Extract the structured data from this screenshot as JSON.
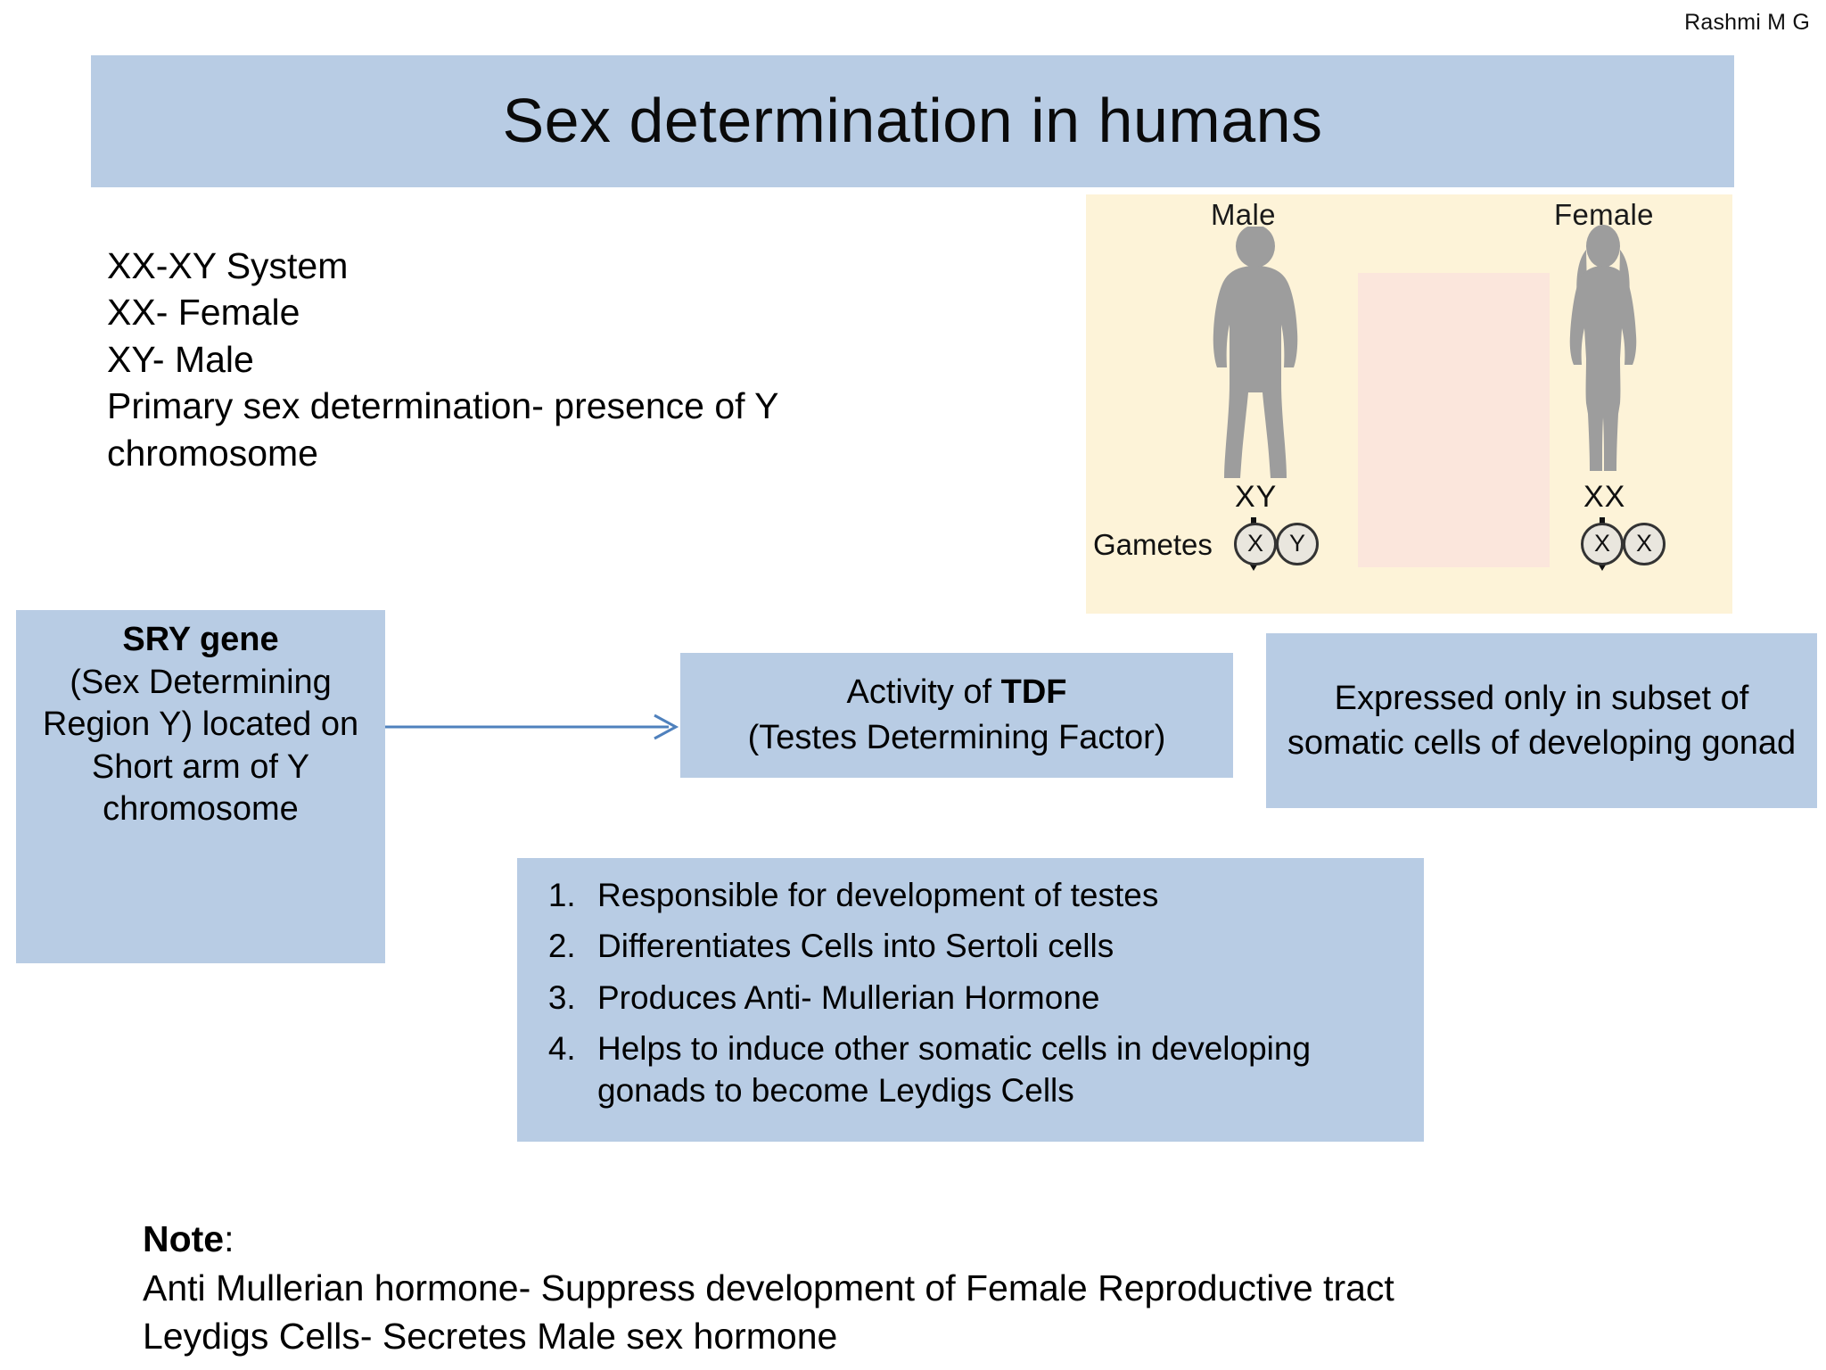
{
  "author": "Rashmi M G",
  "title": "Sex determination in humans",
  "intro_lines": [
    "XX-XY System",
    "XX- Female",
    "XY- Male",
    "Primary sex determination- presence of Y",
    "chromosome"
  ],
  "illustration": {
    "male_label": "Male",
    "female_label": "Female",
    "male_karyotype": "XY",
    "female_karyotype": "XX",
    "gametes_label": "Gametes",
    "male_gametes": [
      "X",
      "Y"
    ],
    "female_gametes": [
      "X",
      "X"
    ]
  },
  "sry_box": {
    "heading": "SRY gene",
    "body": "(Sex Determining Region Y) located on Short arm of Y chromosome"
  },
  "tdf_box": {
    "line1_prefix": "Activity of ",
    "line1_bold": "TDF",
    "line2": "(Testes Determining Factor)"
  },
  "expressed_box": {
    "text": "Expressed only in subset of somatic cells of developing gonad"
  },
  "list_box": {
    "items": [
      "Responsible for development of testes",
      "Differentiates Cells into Sertoli cells",
      "Produces Anti- Mullerian Hormone",
      "Helps to induce other somatic cells in developing gonads to become Leydigs Cells"
    ]
  },
  "note": {
    "heading": "Note",
    "heading_suffix": ":",
    "lines": [
      "Anti Mullerian hormone- Suppress development of Female Reproductive tract",
      "Leydigs Cells- Secretes Male sex hormone"
    ]
  },
  "colors": {
    "box_blue": "#b8cce4",
    "illustration_cream": "#fdf3d8",
    "illustration_pink": "#fbe6dc",
    "figure_grey": "#9d9d9d",
    "arrow_blue": "#4f81bd"
  }
}
